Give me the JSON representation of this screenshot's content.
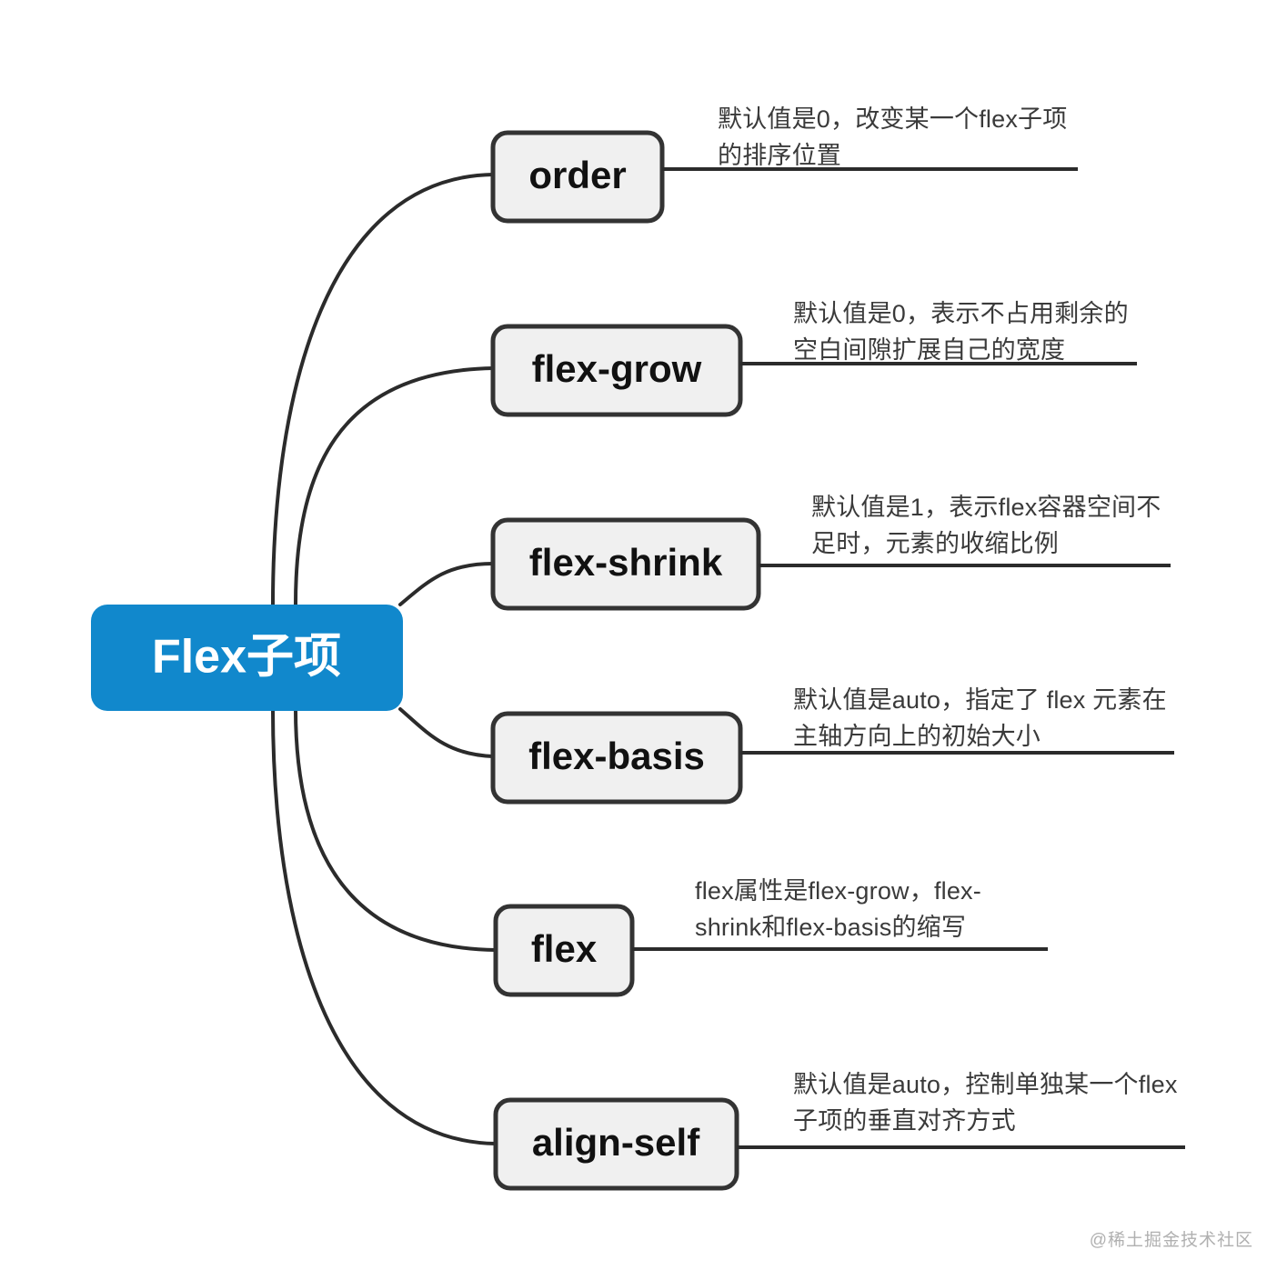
{
  "diagram": {
    "type": "mindmap",
    "title": "Flex子项",
    "root": {
      "label": "Flex子项",
      "color": "#1188cc",
      "text_color": "#ffffff"
    },
    "node_style": {
      "fill": "#f0f0f0",
      "border": "#333333",
      "text_color": "#111111"
    },
    "branches": [
      {
        "label": "order",
        "note": "默认值是0，改变某一个flex子项的排序位置"
      },
      {
        "label": "flex-grow",
        "note": "默认值是0，表示不占用剩余的空白间隙扩展自己的宽度"
      },
      {
        "label": "flex-shrink",
        "note": "默认值是1，表示flex容器空间不足时，元素的收缩比例"
      },
      {
        "label": "flex-basis",
        "note": "默认值是auto，指定了 flex 元素在主轴方向上的初始大小"
      },
      {
        "label": "flex",
        "note": "flex属性是flex-grow，flex-shrink和flex-basis的缩写"
      },
      {
        "label": "align-self",
        "note": "默认值是auto，控制单独某一个flex子项的垂直对齐方式"
      }
    ]
  },
  "watermark": "@稀土掘金技术社区"
}
